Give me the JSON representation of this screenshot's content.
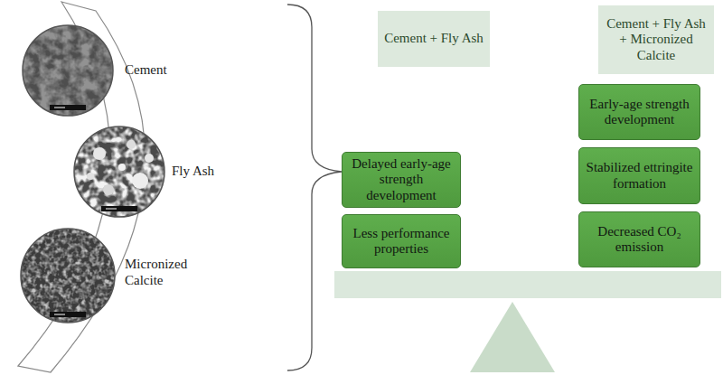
{
  "diagram": {
    "nodes": [
      {
        "text": [
          "Cement + Fly Ash"
        ]
      },
      {
        "text": [
          "Cement + Fly Ash + Micronized Calcite"
        ]
      },
      {
        "text": [
          "Delayed early-age strength development"
        ]
      },
      {
        "text": [
          "Less performance properties"
        ]
      },
      {
        "text": [
          "Early-age strength development"
        ]
      },
      {
        "text": [
          "Stabilized ettringite formation"
        ]
      },
      {
        "text": [
          "Decreased CO₂ emission"
        ]
      }
    ],
    "labels": [
      "Cement",
      "Fly Ash",
      "Micronized Calcite"
    ]
  }
}
